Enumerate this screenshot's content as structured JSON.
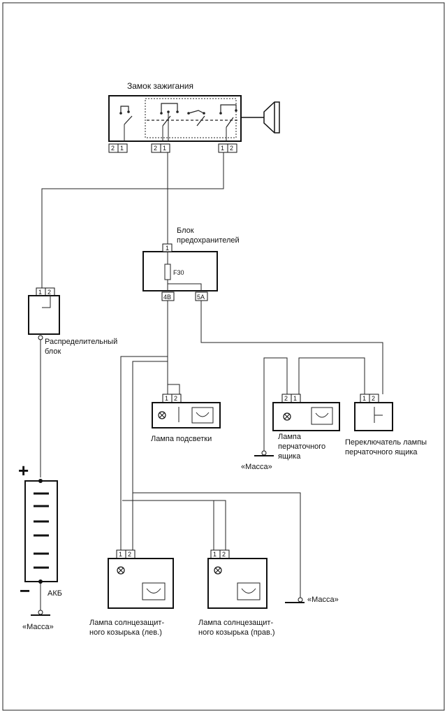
{
  "labels": {
    "ignition": "Замок зажигания",
    "fuse_block_line1": "Блок",
    "fuse_block_line2": "предохранителей",
    "fuse": "F30",
    "fuse_out1": "4B",
    "fuse_out2": "5A",
    "fuse_in": "1",
    "distrib_line1": "Распределительный",
    "distrib_line2": "блок",
    "backlight_lamp": "Лампа подсветки",
    "glovebox_lamp_line1": "Лампа",
    "glovebox_lamp_line2": "перчаточного",
    "glovebox_lamp_line3": "ящика",
    "glovebox_switch_line1": "Переключатель лампы",
    "glovebox_switch_line2": "перчаточного ящика",
    "ground": "«Масса»",
    "battery": "АКБ",
    "plus": "+",
    "minus": "−",
    "visor_left_line1": "Лампа солнцезащит-",
    "visor_left_line2": "ного козырька (лев.)",
    "visor_right_line1": "Лампа солнцезащит-",
    "visor_right_line2": "ного козырька (прав.)"
  },
  "pins": {
    "p1": "1",
    "p2": "2"
  }
}
